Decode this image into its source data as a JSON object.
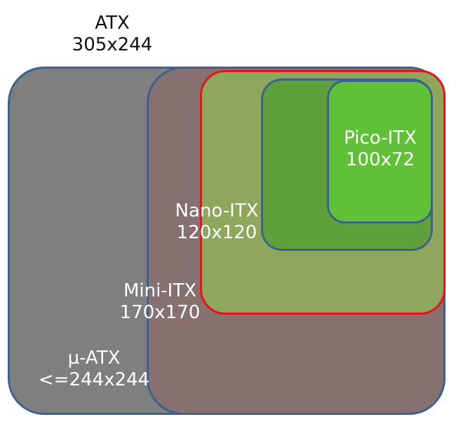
{
  "diagram": {
    "atx": {
      "name": "ATX",
      "size": "305x244"
    },
    "micro_atx": {
      "name": "µ-ATX",
      "size": "<=244x244"
    },
    "mini_itx": {
      "name": "Mini-ITX",
      "size": "170x170"
    },
    "nano_itx": {
      "name": "Nano-ITX",
      "size": "120x120"
    },
    "pico_itx": {
      "name": "Pico-ITX",
      "size": "100x72"
    }
  },
  "colors": {
    "atx_fill": "#7f7f7f",
    "micro_atx_fill": "#877070",
    "mini_itx_fill": "#8ea75d",
    "nano_itx_fill": "#5fa03d",
    "pico_itx_fill": "#60c038",
    "outline_blue": "#3f6190",
    "outline_red": "#e3141b"
  }
}
